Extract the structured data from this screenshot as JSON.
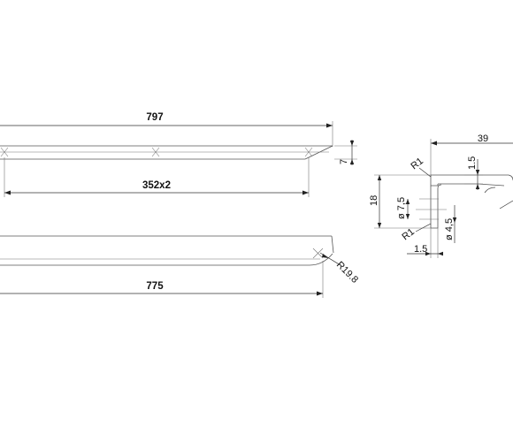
{
  "views": {
    "top": {
      "overall_length": "797",
      "hole_spacing": "352x2",
      "thickness": "7"
    },
    "bottom": {
      "length": "775",
      "radius": "R19.8"
    },
    "section": {
      "width": "39",
      "height": "18",
      "top_thickness": "1.5",
      "bottom_width": "1.5",
      "radius_top": "R1",
      "radius_bottom": "R1",
      "hole_large": "ø 7,5",
      "hole_small": "ø 4,5"
    }
  }
}
